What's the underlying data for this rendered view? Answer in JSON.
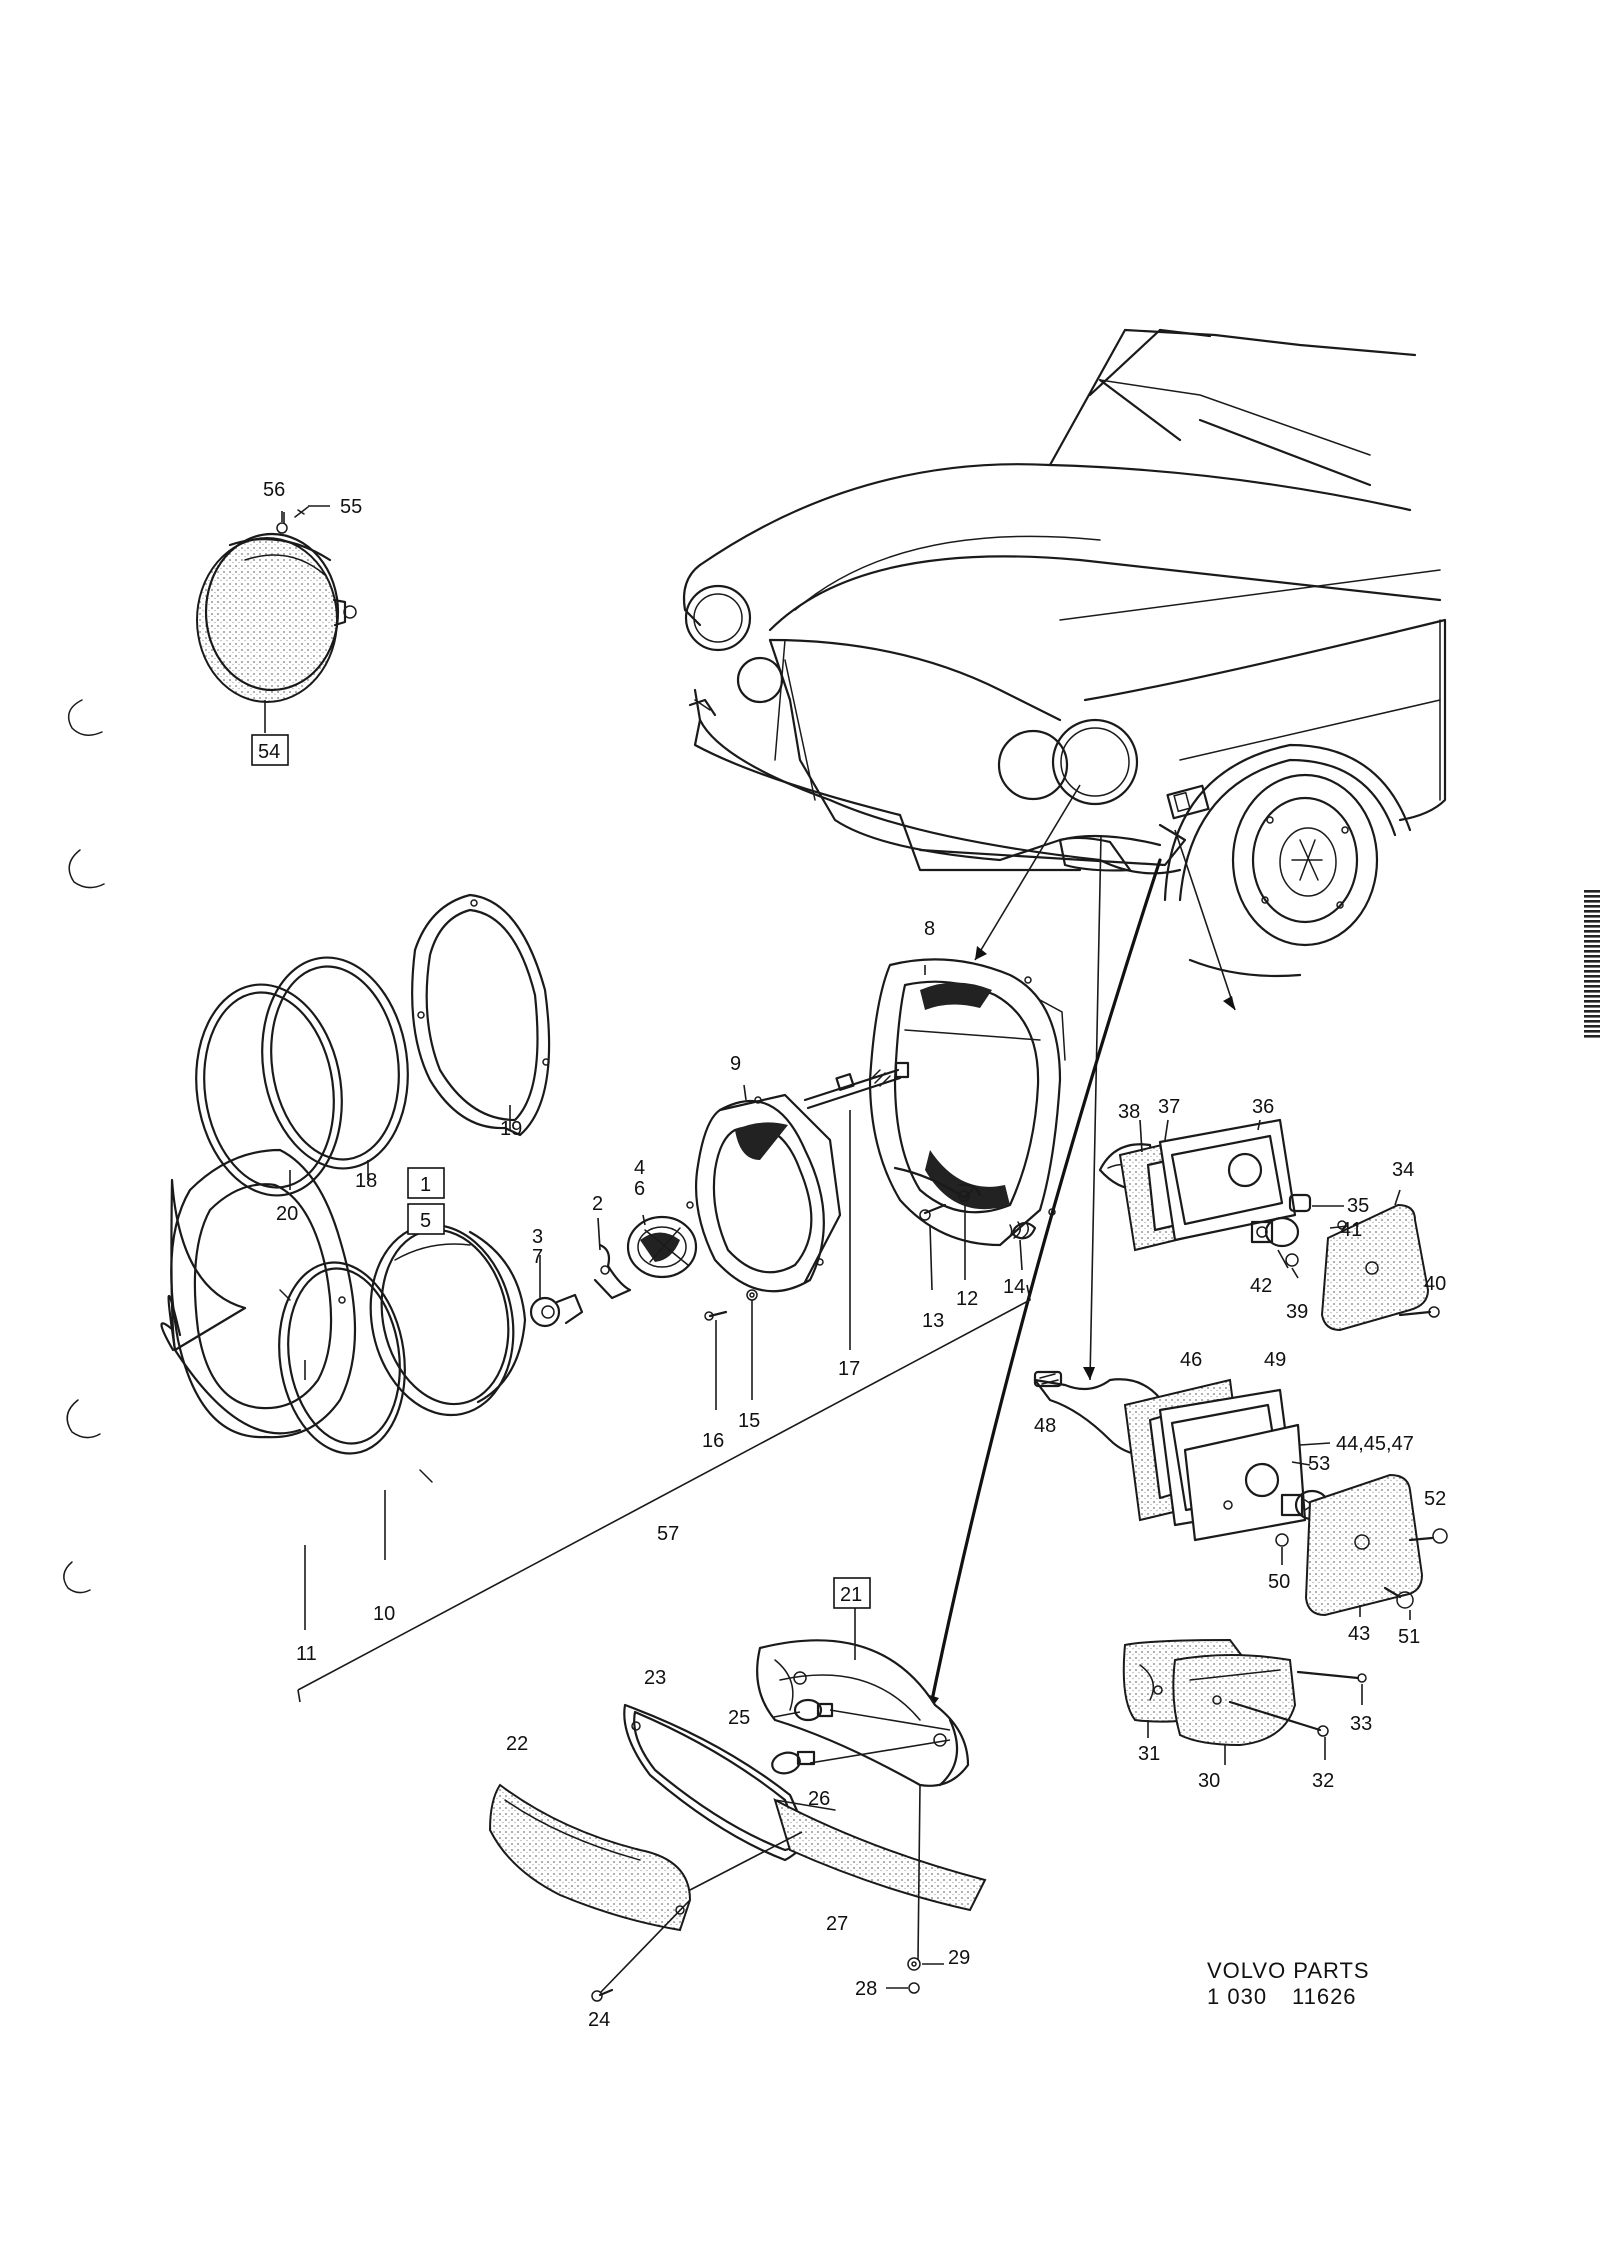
{
  "labels": {
    "l1": "1",
    "l2": "2",
    "l3": "3",
    "l4": "4",
    "l5": "5",
    "l6": "6",
    "l7": "7",
    "l8": "8",
    "l9": "9",
    "l10": "10",
    "l11": "11",
    "l12": "12",
    "l13": "13",
    "l14": "14",
    "l15": "15",
    "l16": "16",
    "l17": "17",
    "l18": "18",
    "l19": "19",
    "l20": "20",
    "l21": "21",
    "l22": "22",
    "l23": "23",
    "l24": "24",
    "l25": "25",
    "l26": "26",
    "l27": "27",
    "l28": "28",
    "l29": "29",
    "l30": "30",
    "l31": "31",
    "l32": "32",
    "l33": "33",
    "l34": "34",
    "l35": "35",
    "l36": "36",
    "l37": "37",
    "l38": "38",
    "l39": "39",
    "l40": "40",
    "l41": "41",
    "l42": "42",
    "l43": "43",
    "l444547": "44,45,47",
    "l46": "46",
    "l48": "48",
    "l49": "49",
    "l50": "50",
    "l51": "51",
    "l52": "52",
    "l53": "53",
    "l54": "54",
    "l55": "55",
    "l56": "56",
    "l57": "57"
  },
  "footer": {
    "line1": "VOLVO PARTS",
    "line2_a": "1 030",
    "line2_b": "11626"
  }
}
